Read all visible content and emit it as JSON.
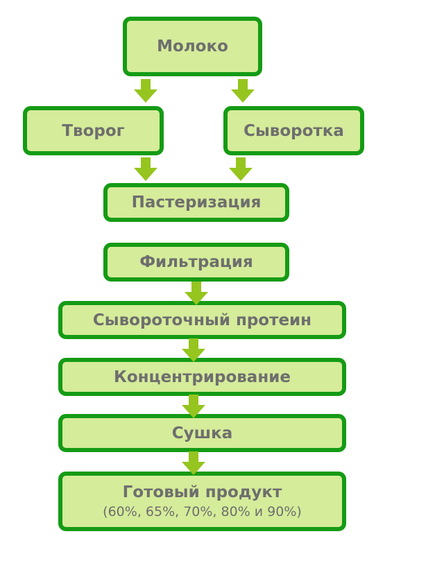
{
  "nodes": {
    "milk": "Молоко",
    "curd": "Творог",
    "whey": "Сыворотка",
    "pasteurization": "Пастеризация",
    "filtration": "Фильтрация",
    "whey_protein": "Сывороточный протеин",
    "concentration": "Концентрирование",
    "drying": "Сушка",
    "final_product": "Готовый продукт",
    "final_product_note": "(60%, 65%, 70%, 80% и 90%)"
  },
  "colors": {
    "box_fill": "#d5ec9a",
    "box_border": "#159b15",
    "arrow": "#95c51e",
    "text": "#6e6e6e"
  }
}
